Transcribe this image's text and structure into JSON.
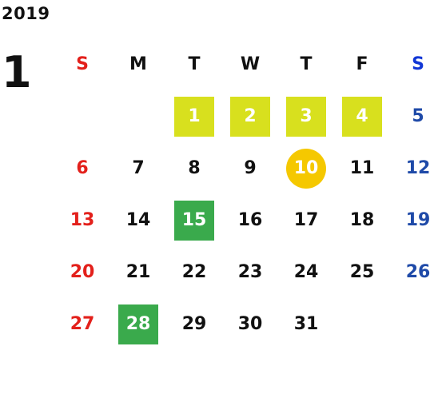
{
  "year": "2019",
  "month": "1",
  "colors": {
    "sunday": "#e3201b",
    "saturday": "#1f4aa8",
    "text": "#111111",
    "yellow_green_box": "#d8e01e",
    "green_box": "#3aaa4c",
    "yellow_circle": "#f5c800"
  },
  "weekdays": [
    "S",
    "M",
    "T",
    "W",
    "T",
    "F",
    "S"
  ],
  "weeks": [
    [
      {
        "d": ""
      },
      {
        "d": ""
      },
      {
        "d": "1",
        "hl": "box",
        "color": "#d8e01e"
      },
      {
        "d": "2",
        "hl": "box",
        "color": "#d8e01e"
      },
      {
        "d": "3",
        "hl": "box",
        "color": "#d8e01e"
      },
      {
        "d": "4",
        "hl": "box",
        "color": "#d8e01e"
      },
      {
        "d": "5"
      }
    ],
    [
      {
        "d": "6"
      },
      {
        "d": "7"
      },
      {
        "d": "8"
      },
      {
        "d": "9"
      },
      {
        "d": "10",
        "hl": "circle",
        "color": "#f5c800"
      },
      {
        "d": "11"
      },
      {
        "d": "12"
      }
    ],
    [
      {
        "d": "13"
      },
      {
        "d": "14"
      },
      {
        "d": "15",
        "hl": "box",
        "color": "#3aaa4c"
      },
      {
        "d": "16"
      },
      {
        "d": "17"
      },
      {
        "d": "18"
      },
      {
        "d": "19"
      }
    ],
    [
      {
        "d": "20"
      },
      {
        "d": "21"
      },
      {
        "d": "22"
      },
      {
        "d": "23"
      },
      {
        "d": "24"
      },
      {
        "d": "25"
      },
      {
        "d": "26"
      }
    ],
    [
      {
        "d": "27"
      },
      {
        "d": "28",
        "hl": "box",
        "color": "#3aaa4c"
      },
      {
        "d": "29"
      },
      {
        "d": "30"
      },
      {
        "d": "31"
      },
      {
        "d": ""
      },
      {
        "d": ""
      }
    ]
  ]
}
